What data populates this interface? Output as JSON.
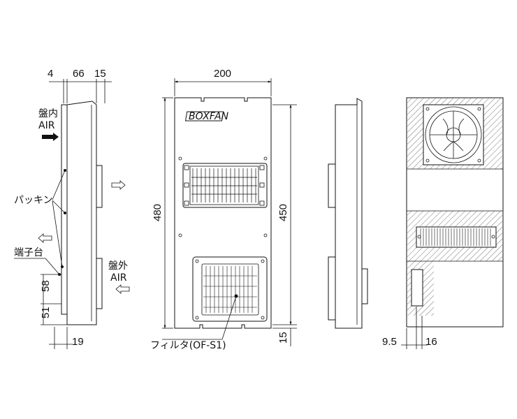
{
  "dimensions": {
    "side_top_1": "4",
    "side_top_2": "66",
    "side_top_3": "15",
    "side_58": "58",
    "side_51": "51",
    "side_19": "19",
    "front_width": "200",
    "front_height": "480",
    "front_inner_height": "450",
    "front_bottom": "15",
    "rear_9_5": "9.5",
    "rear_16": "16"
  },
  "labels": {
    "inner_air_1": "盤内",
    "inner_air_2": "AIR",
    "outer_air_1": "盤外",
    "outer_air_2": "AIR",
    "packing": "パッキン",
    "terminal_block": "端子台",
    "filter": "フィルタ(OF-S1)",
    "brand_plate": "BOXFAN"
  }
}
